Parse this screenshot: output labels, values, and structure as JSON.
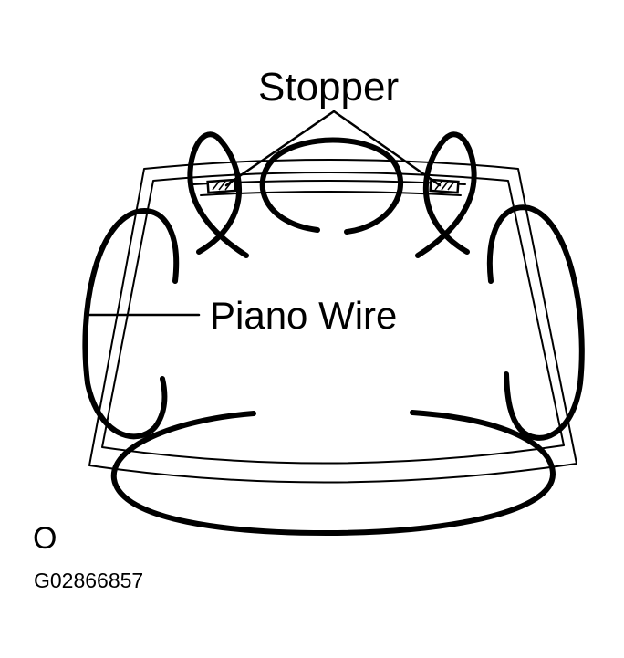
{
  "labels": {
    "stopper": "Stopper",
    "piano_wire": "Piano Wire",
    "view_marker": "O",
    "figure_code": "G02866857"
  },
  "colors": {
    "line": "#000000",
    "background": "#ffffff"
  }
}
